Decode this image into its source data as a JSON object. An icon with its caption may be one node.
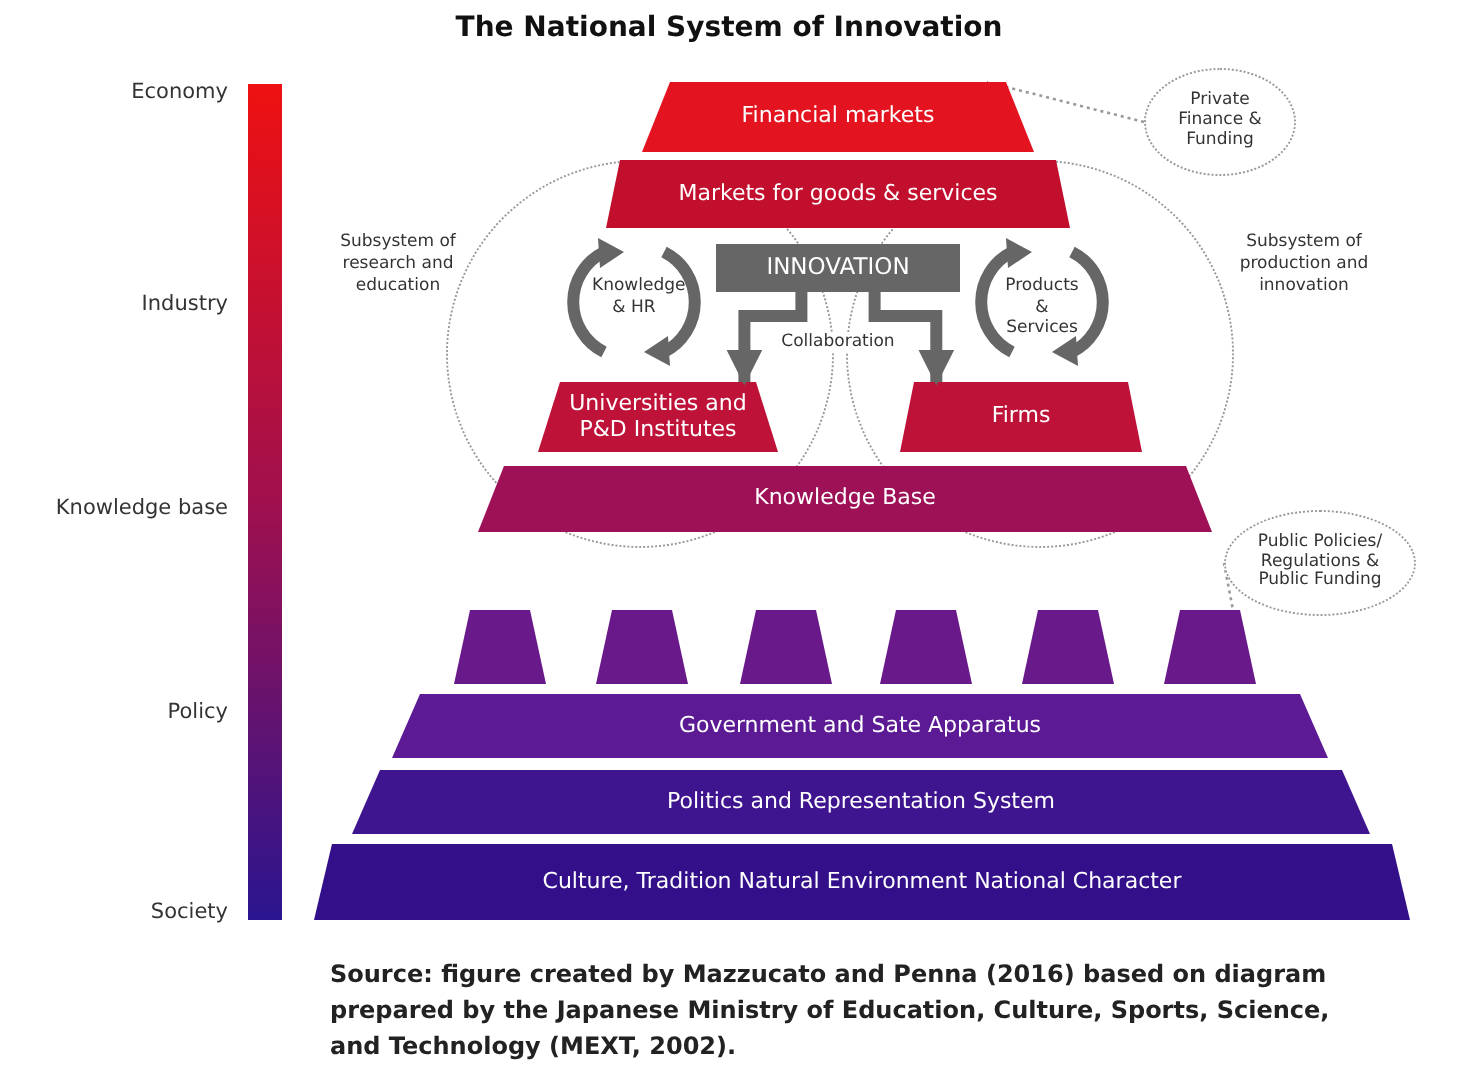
{
  "diagram": {
    "title": "The National System of Innovation",
    "caption": "Source: figure created by Mazzucato and Penna (2016) based on diagram prepared by the Japanese Ministry of Education, Culture, Sports, Science, and Technology (MEXT, 2002).",
    "nodes": [
      {
        "text": [
          "Financial markets"
        ]
      },
      {
        "text": [
          "Markets for goods & services"
        ]
      },
      {
        "text": [
          "INNOVATION"
        ]
      },
      {
        "text": [
          "Universities and P&D Institutes"
        ],
        "in": 17
      },
      {
        "text": [
          "Firms"
        ],
        "in": 18
      },
      {
        "text": [
          "Knowledge Base"
        ]
      },
      {
        "text": [],
        "shape": "trapezoid"
      },
      {
        "text": [],
        "shape": "trapezoid"
      },
      {
        "text": [],
        "shape": "trapezoid"
      },
      {
        "text": [],
        "shape": "trapezoid"
      },
      {
        "text": [],
        "shape": "trapezoid"
      },
      {
        "text": [],
        "shape": "trapezoid"
      },
      {
        "text": [
          "Government and Sate Apparatus"
        ]
      },
      {
        "text": [
          "Politics and Representation System"
        ]
      },
      {
        "text": [
          "Culture, Tradition Natural Environment National Character"
        ]
      },
      {
        "text": [
          "Private Finance & Funding"
        ]
      },
      {
        "text": [
          "Public Policies/ Regulations & Public Funding"
        ]
      },
      {
        "text": [
          "Subsystem of research and education"
        ]
      },
      {
        "text": [
          "Subsystem of production and innovation"
        ]
      },
      {
        "text": [],
        "shape": "bar"
      }
    ],
    "edges": [
      {
        "from": 2,
        "to": 3,
        "arrow": "to",
        "label": "Collaboration",
        "style": "thick"
      },
      {
        "from": 2,
        "to": 4,
        "arrow": "to",
        "style": "thick"
      },
      {
        "from": 15,
        "to": 0,
        "arrow": "none",
        "style": "dashed"
      },
      {
        "from": 16,
        "to": 11,
        "arrow": "none",
        "style": "dashed"
      }
    ],
    "labels": [
      "Economy",
      "Industry",
      "Knowledge base",
      "Policy",
      "Society",
      "Knowledge & HR",
      "Products & Services"
    ]
  }
}
